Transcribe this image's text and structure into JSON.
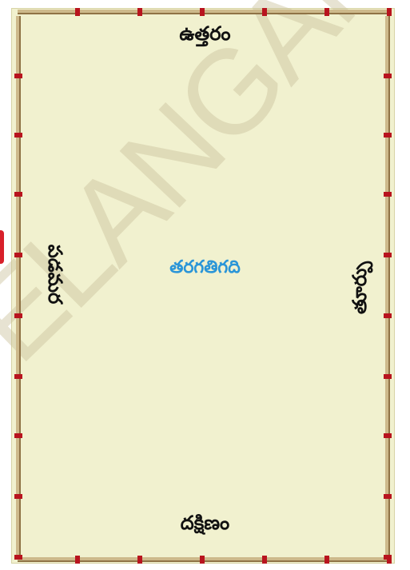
{
  "watermark": "TELANGANA",
  "directions": {
    "north": "ఉత్తరం",
    "south": "దక్షిణం",
    "east": "తూర్పు",
    "west": "పడమర"
  },
  "center_label": "తరగతిగది",
  "colors": {
    "board": "#f1f1cf",
    "rod": "#cdb98b",
    "rod_dark": "#8f7346",
    "joint": "#b8141e",
    "center_label": "#2a95d8",
    "watermark": "#cfc7a0"
  }
}
